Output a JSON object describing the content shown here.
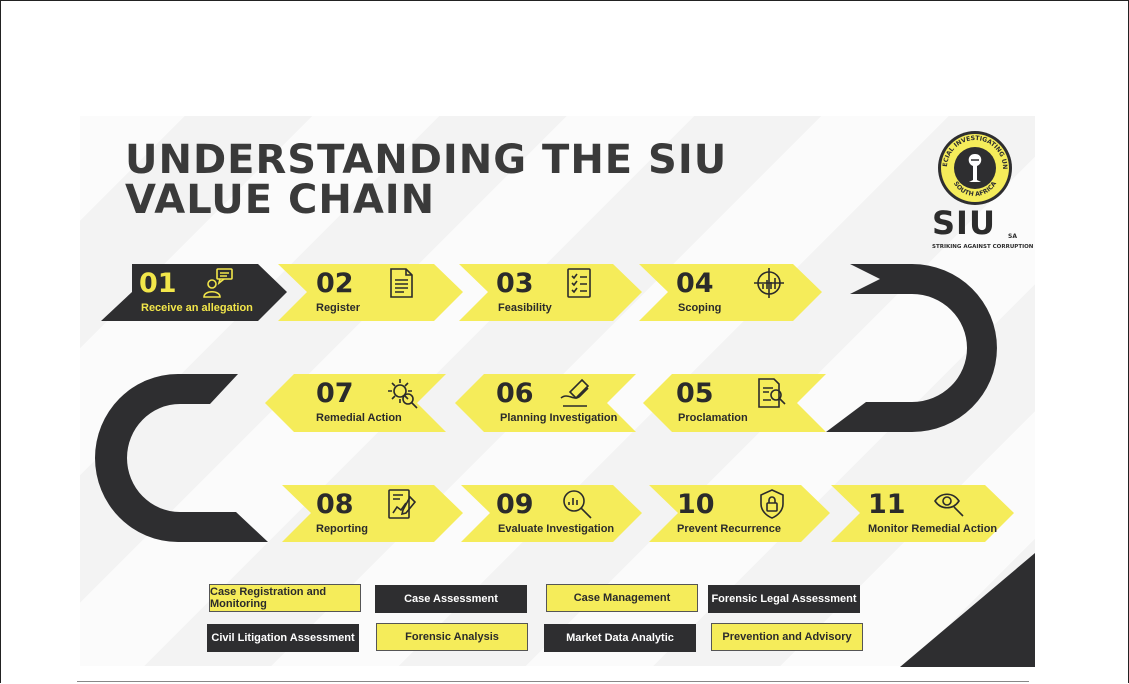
{
  "title": {
    "line1": "UNDERSTANDING THE SIU",
    "line2": "VALUE CHAIN"
  },
  "logo": {
    "seal_text_top": "SPECIAL INVESTIGATING UNIT",
    "seal_text_bottom": "SOUTH AFRICA",
    "wordmark": "SIU",
    "suffix": "SA",
    "tagline": "STRIKING AGAINST CORRUPTION"
  },
  "steps": [
    {
      "num": "01",
      "label": "Receive an allegation",
      "icon": "allegation-person-icon"
    },
    {
      "num": "02",
      "label": "Register",
      "icon": "document-icon"
    },
    {
      "num": "03",
      "label": "Feasibility",
      "icon": "checklist-icon"
    },
    {
      "num": "04",
      "label": "Scoping",
      "icon": "target-chart-icon"
    },
    {
      "num": "05",
      "label": "Proclamation",
      "icon": "document-search-icon"
    },
    {
      "num": "06",
      "label": "Planning Investigation",
      "icon": "planning-hand-icon"
    },
    {
      "num": "07",
      "label": "Remedial Action",
      "icon": "gear-search-icon"
    },
    {
      "num": "08",
      "label": "Reporting",
      "icon": "report-chart-icon"
    },
    {
      "num": "09",
      "label": "Evaluate Investigation",
      "icon": "magnifier-chart-icon"
    },
    {
      "num": "10",
      "label": "Prevent Recurrence",
      "icon": "shield-lock-icon"
    },
    {
      "num": "11",
      "label": "Monitor Remedial Action",
      "icon": "eye-search-icon"
    }
  ],
  "services": [
    {
      "label": "Case Registration and Monitoring",
      "style": "yellow"
    },
    {
      "label": "Case Assessment",
      "style": "dark"
    },
    {
      "label": "Case Management",
      "style": "yellow"
    },
    {
      "label": "Forensic Legal Assessment",
      "style": "dark"
    },
    {
      "label": "Civil Litigation Assessment",
      "style": "dark"
    },
    {
      "label": "Forensic Analysis",
      "style": "yellow"
    },
    {
      "label": "Market Data Analytic",
      "style": "dark"
    },
    {
      "label": "Prevention and Advisory",
      "style": "yellow"
    }
  ],
  "colors": {
    "yellow": "#f5ec5a",
    "dark": "#2e2e30"
  }
}
